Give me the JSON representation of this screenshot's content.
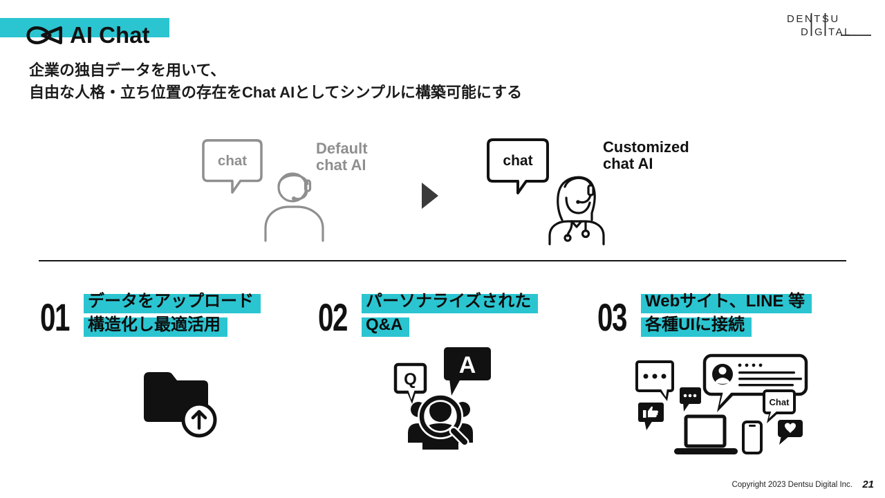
{
  "header": {
    "title": "AI Chat",
    "subtitle_line1": "企業の独自データを用いて、",
    "subtitle_line2": "自由な人格・立ち位置の存在をChat AIとしてシンプルに構築可能にする"
  },
  "brand_logo": {
    "line1": "DENTSU",
    "line2_d": "D",
    "line2_g": "G",
    "line2_tal": "TAL"
  },
  "diagram": {
    "default": {
      "bubble_text": "chat",
      "label_line1": "Default",
      "label_line2": "chat AI"
    },
    "customized": {
      "bubble_text": "chat",
      "label_line1": "Customized",
      "label_line2": "chat AI"
    }
  },
  "steps": [
    {
      "number": "01",
      "title_line1": "データをアップロード",
      "title_line2": "構造化し最適活用"
    },
    {
      "number": "02",
      "title_line1": "パーソナライズされた",
      "title_line2": "Q&A"
    },
    {
      "number": "03",
      "title_line1": "Webサイト、LINE 等",
      "title_line2": "各種UIに接続"
    }
  ],
  "step_icons": {
    "qa_q": "Q",
    "qa_a": "A",
    "ui_chat_bubble": "Chat"
  },
  "footer": {
    "copyright": "Copyright 2023 Dentsu Digital Inc.",
    "page_number": "21"
  },
  "colors": {
    "accent_cyan": "#2BC5D1",
    "muted_gray": "#8F8F8F",
    "ink": "#111111",
    "arrow_gray": "#3A3A3A"
  }
}
